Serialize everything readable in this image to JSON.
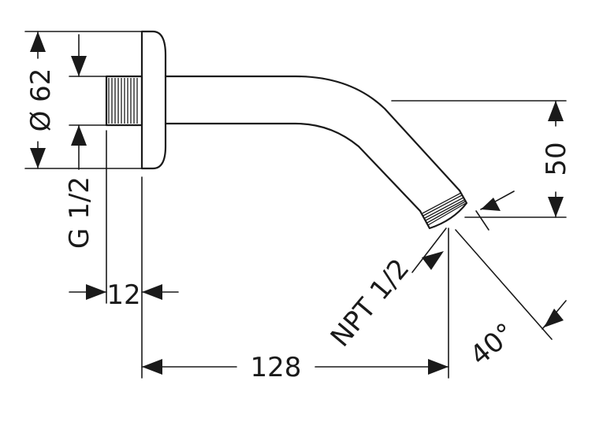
{
  "dimensions": {
    "flange_diameter": "Ø 62",
    "inlet_thread": "G 1/2",
    "thread_length": "12",
    "projection": "128",
    "drop": "50",
    "outlet_thread": "NPT 1/2",
    "angle": "40°"
  },
  "colors": {
    "line": "#1a1a1a",
    "background": "#ffffff"
  }
}
